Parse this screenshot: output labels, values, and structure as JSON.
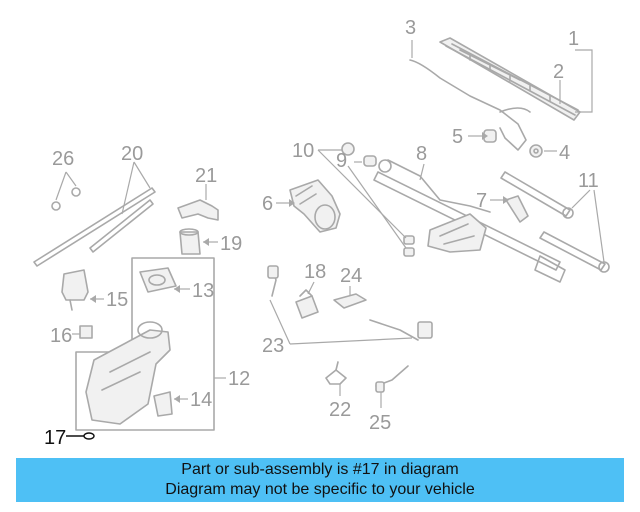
{
  "diagram": {
    "callouts": {
      "c1": "1",
      "c2": "2",
      "c3": "3",
      "c4": "4",
      "c5": "5",
      "c6": "6",
      "c7": "7",
      "c8": "8",
      "c9": "9",
      "c10": "10",
      "c11": "11",
      "c12": "12",
      "c13": "13",
      "c14": "14",
      "c15": "15",
      "c16": "16",
      "c17": "17",
      "c18": "18",
      "c19": "19",
      "c20": "20",
      "c21": "21",
      "c22": "22",
      "c23": "23",
      "c24": "24",
      "c25": "25",
      "c26": "26"
    },
    "highlight_callout": "17",
    "colors": {
      "line_art": "#a9a9a9",
      "highlight": "#111111",
      "banner_bg": "#4ec0f5"
    }
  },
  "banner": {
    "line1": "Part or sub-assembly is #17 in diagram",
    "line2": "Diagram may not be specific to your vehicle"
  }
}
